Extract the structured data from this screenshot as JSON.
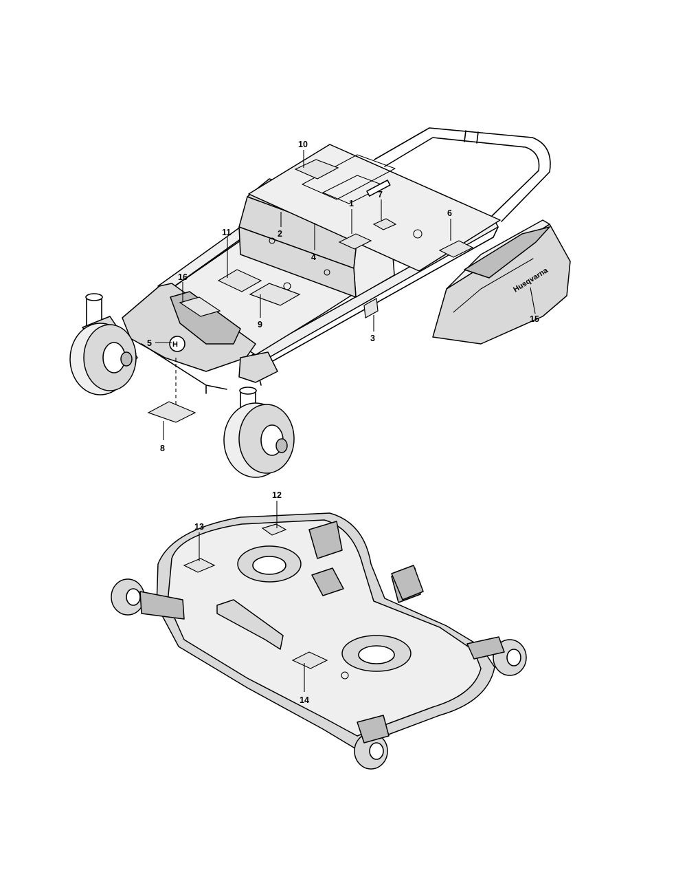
{
  "callouts": {
    "c1": "1",
    "c2": "2",
    "c3": "3",
    "c4": "4",
    "c5": "5",
    "c6": "6",
    "c7": "7",
    "c8": "8",
    "c9": "9",
    "c10": "10",
    "c11": "11",
    "c12": "12",
    "c13": "13",
    "c14": "14",
    "c15": "15",
    "c16": "16"
  },
  "brand_text": "Husqvarna"
}
